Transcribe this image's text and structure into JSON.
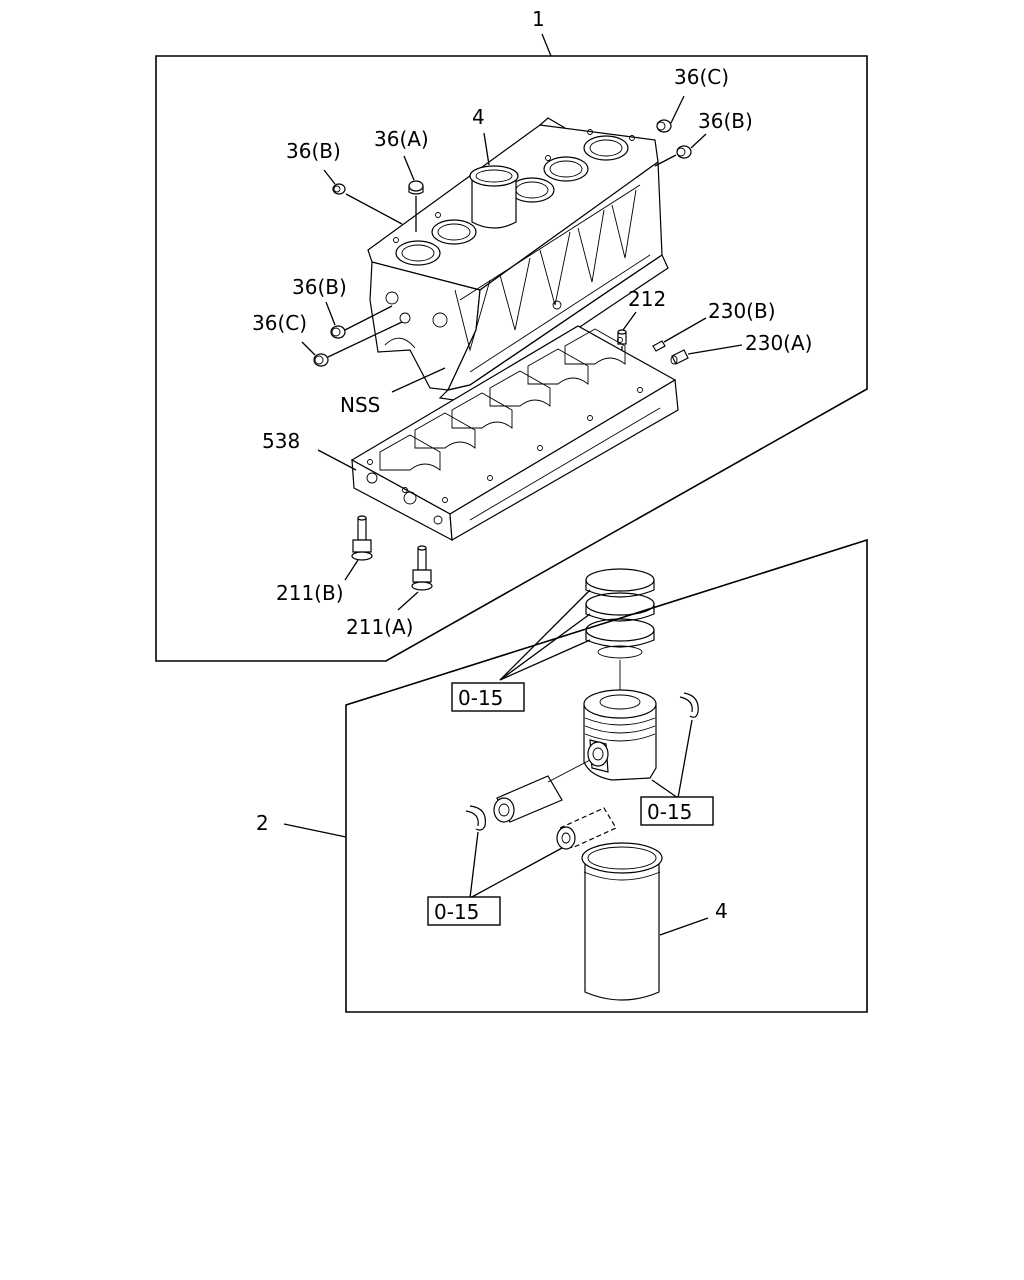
{
  "callouts": {
    "assembly_1": "1",
    "assembly_2": "2",
    "liner_top": "4",
    "liner_bottom": "4",
    "plug_36c_top": "36(C)",
    "plug_36b_top_right": "36(B)",
    "plug_36a": "36(A)",
    "plug_36b_left": "36(B)",
    "plug_36b_lower": "36(B)",
    "plug_36c_lower": "36(C)",
    "part_212": "212",
    "part_230b": "230(B)",
    "part_230a": "230(A)",
    "nss": "NSS",
    "part_538": "538",
    "bolt_211b": "211(B)",
    "bolt_211a": "211(A)",
    "group_rings": "0-15",
    "group_snap_right": "0-15",
    "group_snap_left": "0-15"
  }
}
